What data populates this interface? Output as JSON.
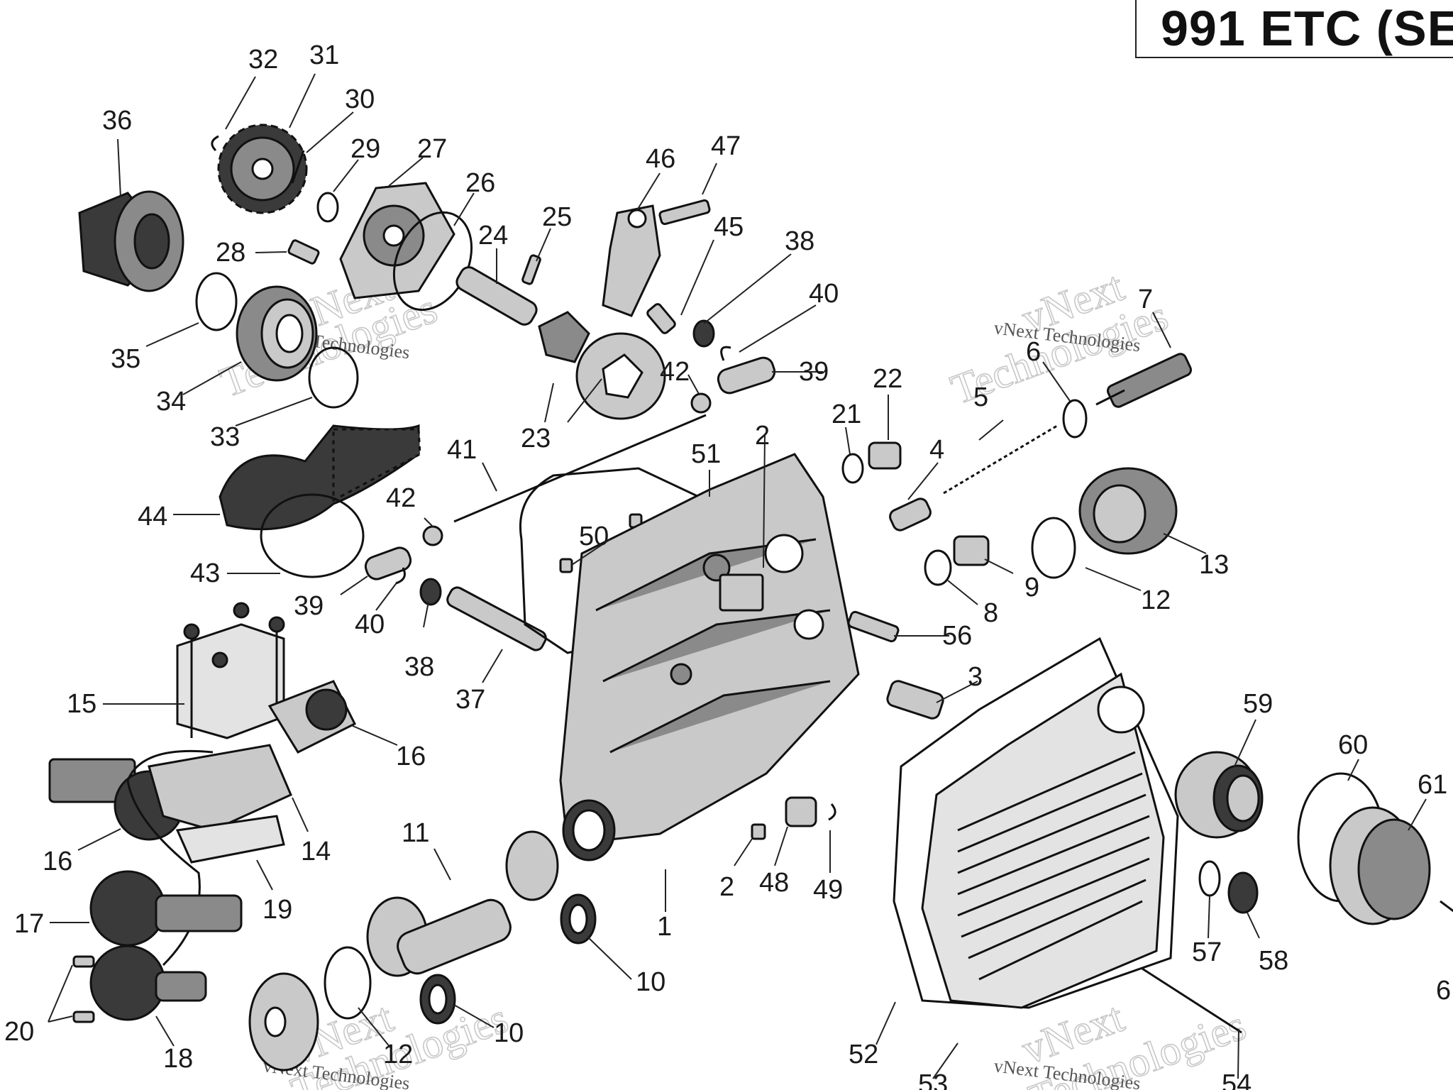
{
  "title": "991 ETC (SE",
  "watermark": {
    "brand": "vNext",
    "line2": "Technologies",
    "small": "vNext Technologies"
  },
  "callouts": [
    "32",
    "31",
    "30",
    "29",
    "36",
    "27",
    "26",
    "25",
    "24",
    "46",
    "47",
    "45",
    "38",
    "40",
    "28",
    "7",
    "35",
    "34",
    "42",
    "39",
    "22",
    "21",
    "6",
    "33",
    "23",
    "5",
    "41",
    "51",
    "2",
    "4",
    "44",
    "42",
    "50",
    "13",
    "12",
    "9",
    "8",
    "43",
    "39",
    "40",
    "38",
    "56",
    "37",
    "3",
    "15",
    "16",
    "59",
    "60",
    "61",
    "14",
    "16",
    "11",
    "2",
    "48",
    "49",
    "19",
    "1",
    "17",
    "10",
    "57",
    "58",
    "20",
    "10",
    "12",
    "18",
    "52",
    "53",
    "54",
    "6"
  ],
  "colors": {
    "ink": "#111111",
    "watermark": "#c8c8c8"
  }
}
